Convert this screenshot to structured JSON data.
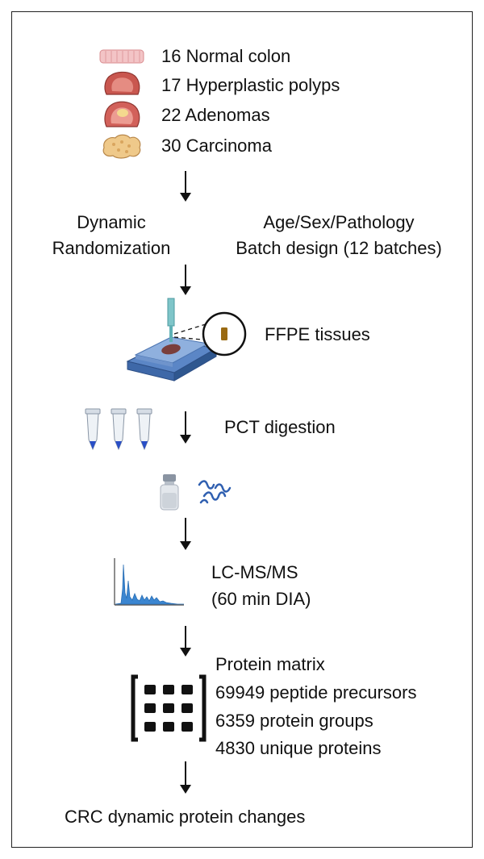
{
  "samples": [
    {
      "count": "16",
      "label": "Normal colon",
      "icon": "normal-colon-icon"
    },
    {
      "count": "17",
      "label": "Hyperplastic polyps",
      "icon": "hyperplastic-polyp-icon"
    },
    {
      "count": "22",
      "label": "Adenomas",
      "icon": "adenoma-icon"
    },
    {
      "count": "30",
      "label": "Carcinoma",
      "icon": "carcinoma-icon"
    }
  ],
  "randomization": {
    "left_line1": "Dynamic",
    "left_line2": "Randomization",
    "right_line1": "Age/Sex/Pathology",
    "right_line2": "Batch design (12 batches)"
  },
  "steps": {
    "ffpe": "FFPE tissues",
    "pct": "PCT digestion",
    "lcms_line1": "LC-MS/MS",
    "lcms_line2": "(60 min DIA)"
  },
  "matrix": {
    "title": "Protein matrix",
    "precursors": "69949 peptide precursors",
    "groups": "6359 protein groups",
    "unique": "4830 unique proteins"
  },
  "result": "CRC dynamic protein changes",
  "colors": {
    "tissue_pink": "#e8a3a6",
    "tissue_red": "#c9574f",
    "tissue_tan": "#efc98a",
    "spectrum_blue": "#3b86d1",
    "peptide_blue": "#2f5fb0",
    "tube_blue": "#2a4fc7"
  }
}
